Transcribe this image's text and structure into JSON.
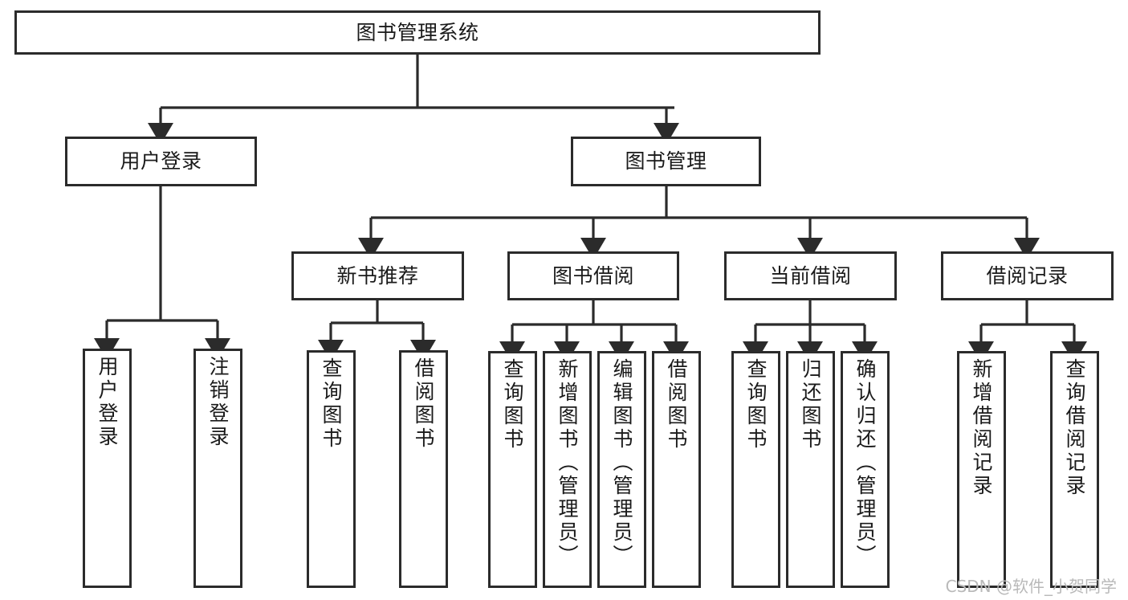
{
  "diagram": {
    "type": "tree-hierarchy-chart",
    "title": "图书管理系统",
    "watermark": "CSDN @软件_小贺同学",
    "colors": {
      "stroke": "#2b2b2b",
      "fill": "#ffffff",
      "text": "#1a1a1a",
      "watermark": "#b9b9b9"
    },
    "nodes": {
      "root": {
        "label": "图书管理系统",
        "orientation": "horizontal"
      },
      "level2": [
        {
          "label": "用户登录",
          "orientation": "horizontal"
        },
        {
          "label": "图书管理",
          "orientation": "horizontal"
        }
      ],
      "level3": [
        {
          "label": "新书推荐",
          "orientation": "horizontal"
        },
        {
          "label": "图书借阅",
          "orientation": "horizontal"
        },
        {
          "label": "当前借阅",
          "orientation": "horizontal"
        },
        {
          "label": "借阅记录",
          "orientation": "horizontal"
        }
      ],
      "leaves_user_login": [
        {
          "label": "用户登录",
          "orientation": "vertical"
        },
        {
          "label": "注销登录",
          "orientation": "vertical"
        }
      ],
      "leaves_new_book": [
        {
          "label": "查询图书",
          "orientation": "vertical"
        },
        {
          "label": "借阅图书",
          "orientation": "vertical"
        }
      ],
      "leaves_borrow": [
        {
          "label": "查询图书",
          "orientation": "vertical"
        },
        {
          "label": "新增图书（管理员）",
          "orientation": "vertical"
        },
        {
          "label": "编辑图书（管理员）",
          "orientation": "vertical"
        },
        {
          "label": "借阅图书",
          "orientation": "vertical"
        }
      ],
      "leaves_current": [
        {
          "label": "查询图书",
          "orientation": "vertical"
        },
        {
          "label": "归还图书",
          "orientation": "vertical"
        },
        {
          "label": "确认归还（管理员）",
          "orientation": "vertical"
        }
      ],
      "leaves_records": [
        {
          "label": "新增借阅记录",
          "orientation": "vertical"
        },
        {
          "label": "查询借阅记录",
          "orientation": "vertical"
        }
      ]
    },
    "edges": [
      {
        "from": "图书管理系统",
        "to": "用户登录"
      },
      {
        "from": "图书管理系统",
        "to": "图书管理"
      },
      {
        "from": "图书管理",
        "to": "新书推荐"
      },
      {
        "from": "图书管理",
        "to": "图书借阅"
      },
      {
        "from": "图书管理",
        "to": "当前借阅"
      },
      {
        "from": "图书管理",
        "to": "借阅记录"
      },
      {
        "from": "用户登录",
        "to": "用户登录"
      },
      {
        "from": "用户登录",
        "to": "注销登录"
      },
      {
        "from": "新书推荐",
        "to": "查询图书"
      },
      {
        "from": "新书推荐",
        "to": "借阅图书"
      },
      {
        "from": "图书借阅",
        "to": "查询图书"
      },
      {
        "from": "图书借阅",
        "to": "新增图书（管理员）"
      },
      {
        "from": "图书借阅",
        "to": "编辑图书（管理员）"
      },
      {
        "from": "图书借阅",
        "to": "借阅图书"
      },
      {
        "from": "当前借阅",
        "to": "查询图书"
      },
      {
        "from": "当前借阅",
        "to": "归还图书"
      },
      {
        "from": "当前借阅",
        "to": "确认归还（管理员）"
      },
      {
        "from": "借阅记录",
        "to": "新增借阅记录"
      },
      {
        "from": "借阅记录",
        "to": "查询借阅记录"
      }
    ]
  }
}
